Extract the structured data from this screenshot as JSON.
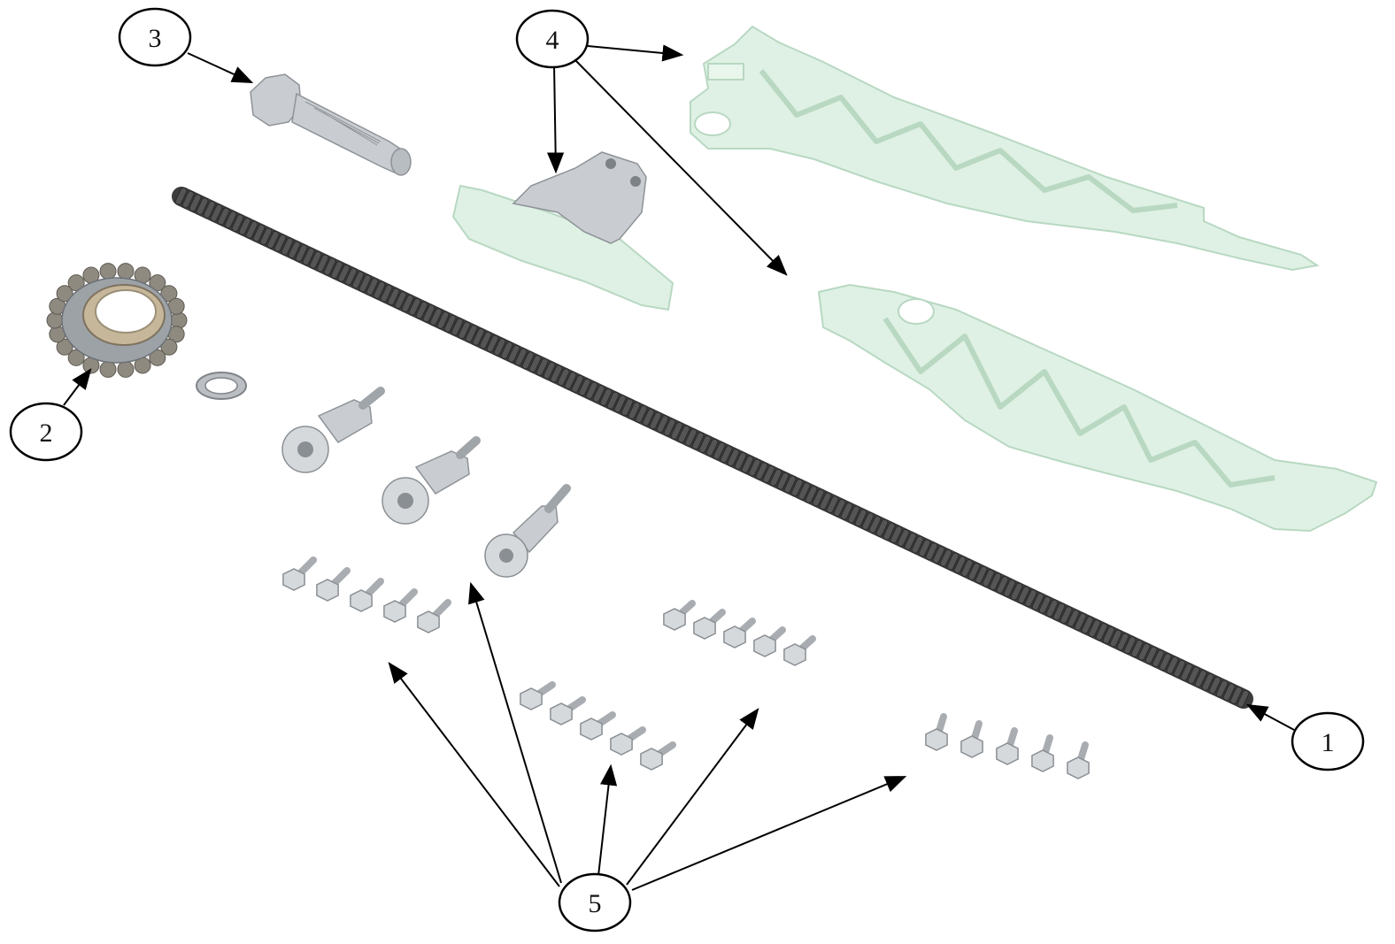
{
  "diagram": {
    "callouts": [
      {
        "id": "1",
        "label": "1"
      },
      {
        "id": "2",
        "label": "2"
      },
      {
        "id": "3",
        "label": "3"
      },
      {
        "id": "4",
        "label": "4"
      },
      {
        "id": "5",
        "label": "5"
      }
    ],
    "parts": [
      {
        "callout": "1",
        "icon": "timing-chain-icon"
      },
      {
        "callout": "2",
        "icon": "sprocket-icon"
      },
      {
        "callout": "3",
        "icon": "tensioner-bolt-icon"
      },
      {
        "callout": "4",
        "icon": "chain-guide-rail-icon"
      },
      {
        "callout": "5",
        "icon": "bolt-set-icon"
      }
    ],
    "colors": {
      "guide_plastic": "#dff1e4",
      "metal": "#c9cdd1",
      "chain": "#555555",
      "outline": "#000000",
      "background": "#ffffff"
    }
  }
}
